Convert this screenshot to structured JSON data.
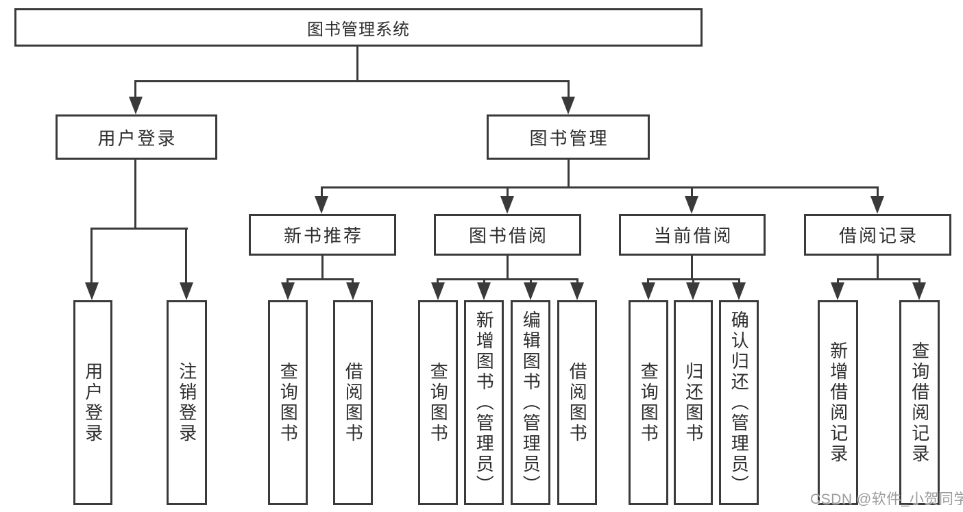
{
  "diagram_type": "hierarchical-function-structure",
  "tree": {
    "label": "图书管理系统",
    "children": [
      {
        "label": "用户登录",
        "children": [
          {
            "label": "用户登录"
          },
          {
            "label": "注销登录"
          }
        ]
      },
      {
        "label": "图书管理",
        "children": [
          {
            "label": "新书推荐",
            "children": [
              {
                "label": "查询图书"
              },
              {
                "label": "借阅图书"
              }
            ]
          },
          {
            "label": "图书借阅",
            "children": [
              {
                "label": "查询图书"
              },
              {
                "label": "新增图书（管理员）"
              },
              {
                "label": "编辑图书（管理员）"
              },
              {
                "label": "借阅图书"
              }
            ]
          },
          {
            "label": "当前借阅",
            "children": [
              {
                "label": "查询图书"
              },
              {
                "label": "归还图书"
              },
              {
                "label": "确认归还（管理员）"
              }
            ]
          },
          {
            "label": "借阅记录",
            "children": [
              {
                "label": "新增借阅记录"
              },
              {
                "label": "查询借阅记录"
              }
            ]
          }
        ]
      }
    ]
  },
  "watermark": "CSDN @软件_小贺同学",
  "colors": {
    "line": "#3a3a3a",
    "text": "#2d2d2d",
    "background": "#ffffff",
    "watermark": "#949494"
  }
}
